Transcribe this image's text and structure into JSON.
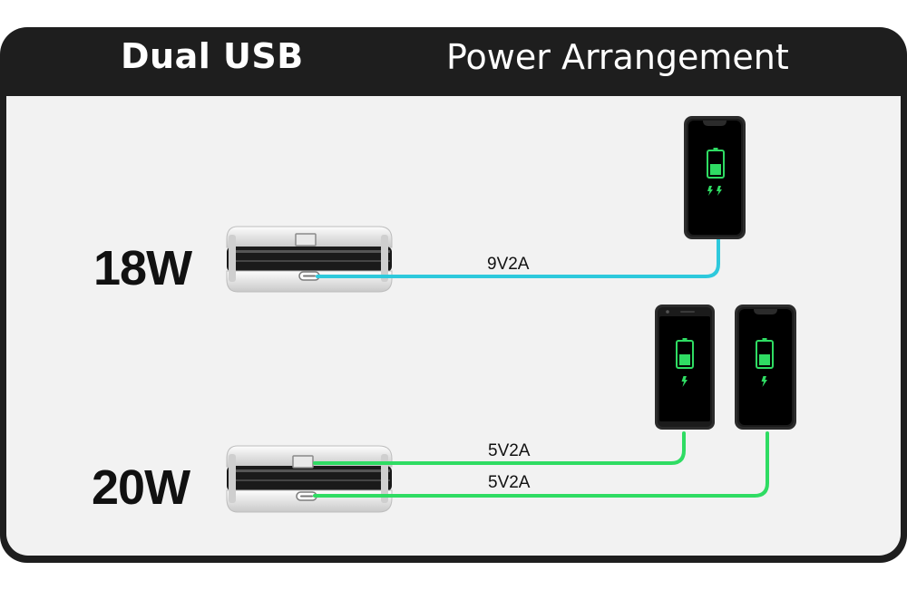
{
  "header": {
    "title_left": "Dual USB",
    "title_right": "Power Arrangement"
  },
  "configs": [
    {
      "power": "18W",
      "cables": [
        {
          "label": "9V2A",
          "color": "#2ec9dc"
        }
      ]
    },
    {
      "power": "20W",
      "cables": [
        {
          "label": "5V2A",
          "color": "#2fdc63"
        },
        {
          "label": "5V2A",
          "color": "#2fdc63"
        }
      ]
    }
  ],
  "colors": {
    "header_bg": "#1e1e1e",
    "panel_bg": "#f2f2f2",
    "battery": "#2fdc63"
  }
}
